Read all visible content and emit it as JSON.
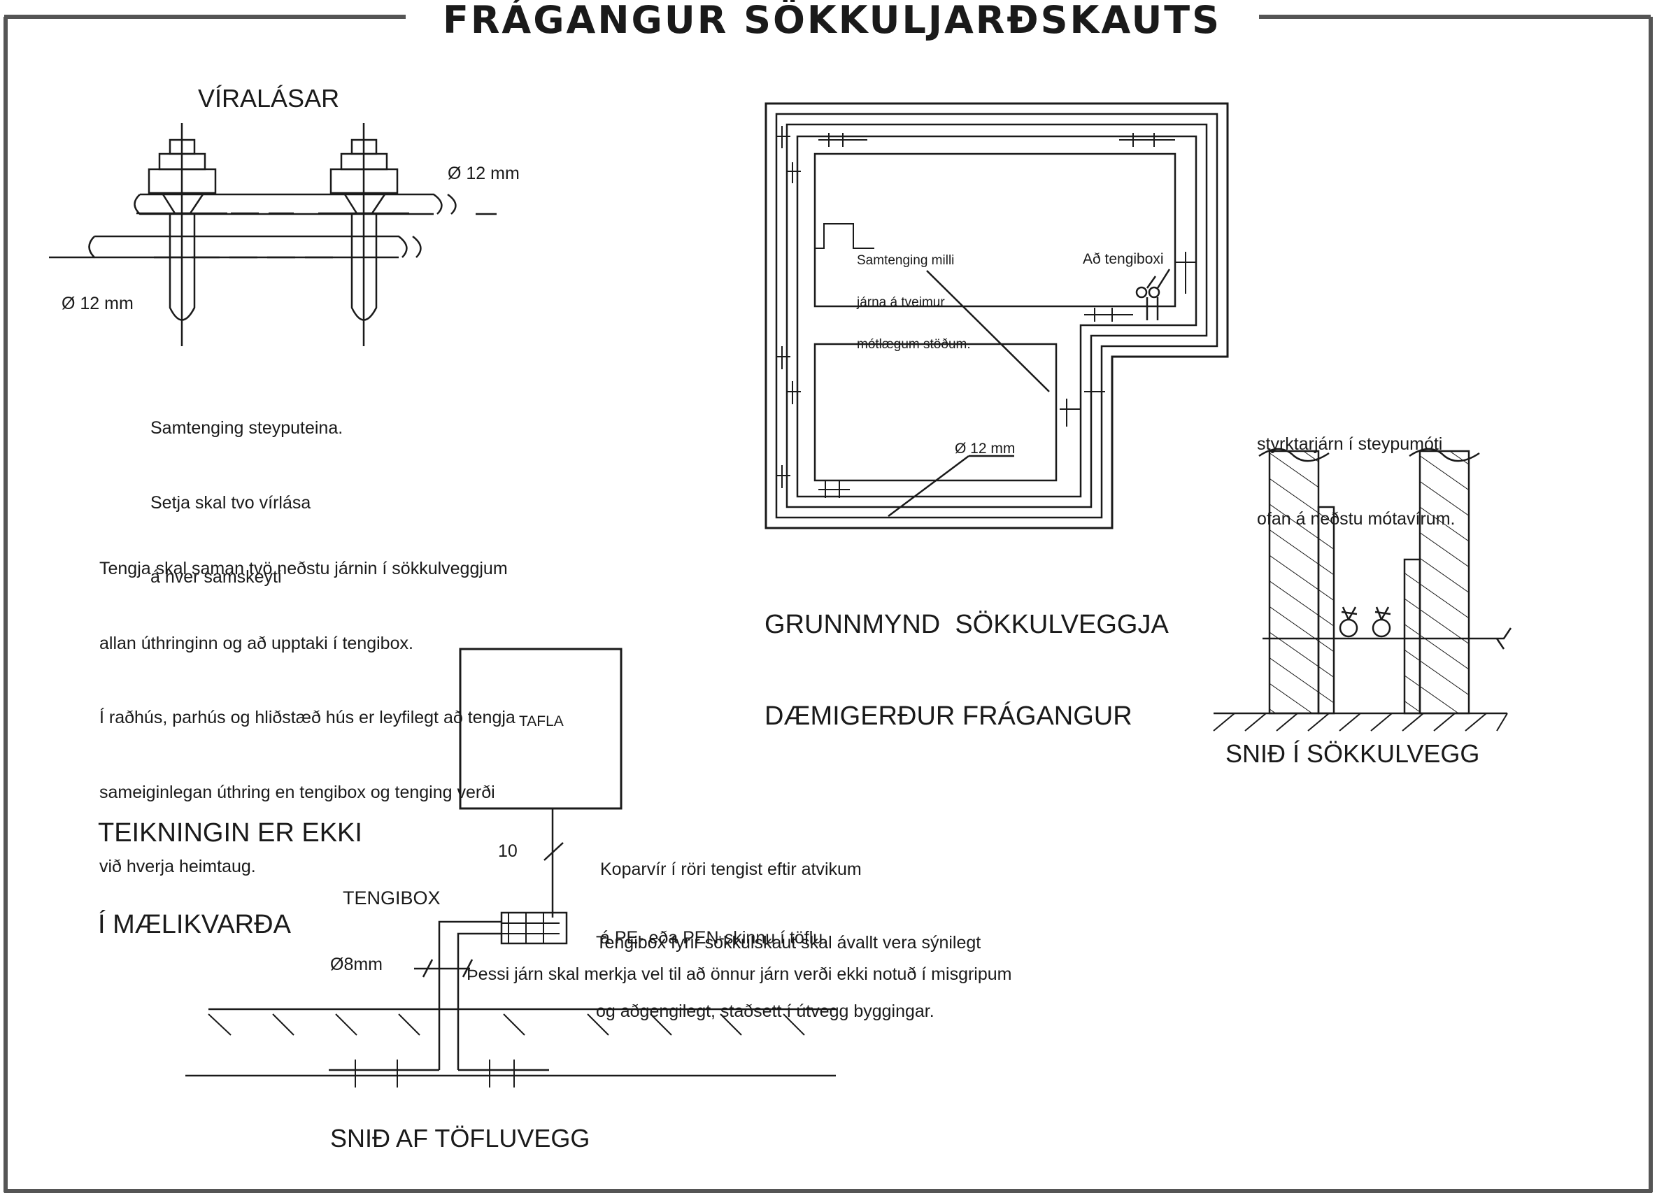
{
  "title": "FRÁGANGUR SÖKKULJARÐSKAUTS",
  "viralasar": {
    "heading": "VÍRALÁSAR",
    "dia_upper": "Ø 12 mm",
    "dia_lower": "Ø 12 mm",
    "caption": [
      "Samtenging steyputeina.",
      "Setja skal tvo vírlása",
      "á hver samskeyti"
    ]
  },
  "instructions": [
    "Tengja skal saman tvö neðstu járnin í sökkulveggjum",
    "allan úthringinn og að upptaki í tengibox.",
    "Í raðhús, parhús og hliðstæð hús er leyfilegt að tengja",
    "sameiginlegan úthring en tengibox og tenging verði",
    "við hverja heimtaug."
  ],
  "plan": {
    "note": [
      "Samtenging milli",
      "járna á tveimur",
      "mótlægum stöðum."
    ],
    "to_box": "Að tengiboxi",
    "dia": "Ø 12 mm",
    "caption": [
      "GRUNNMYND  SÖKKULVEGGJA",
      "DÆMIGERÐUR FRÁGANGUR"
    ]
  },
  "wall_section": {
    "note": [
      "styrktarjárn í steypumóti",
      "ofan á neðstu mótavírum."
    ],
    "caption": "SNIÐ Í SÖKKULVEGG"
  },
  "scale_note": [
    "TEIKNINGIN ER EKKI",
    "Í MÆLIKVARÐA"
  ],
  "panel_section": {
    "panel": "TAFLA",
    "box": "TENGIBOX",
    "wire_size": "10",
    "copper_note": [
      "Koparvír í röri tengist eftir atvikum",
      "á PE- eða PEN-skinnu í töflu."
    ],
    "box_note": [
      "Tengibox fyrir sökkulskaut skal ávallt vera sýnilegt",
      "og aðgengilegt, staðsett í útvegg byggingar."
    ],
    "dia": "Ø8mm",
    "mark_note": "Þessi járn skal merkja vel til að önnur járn verði ekki notuð í misgripum",
    "caption": "SNIÐ AF TÖFLUVEGG"
  }
}
